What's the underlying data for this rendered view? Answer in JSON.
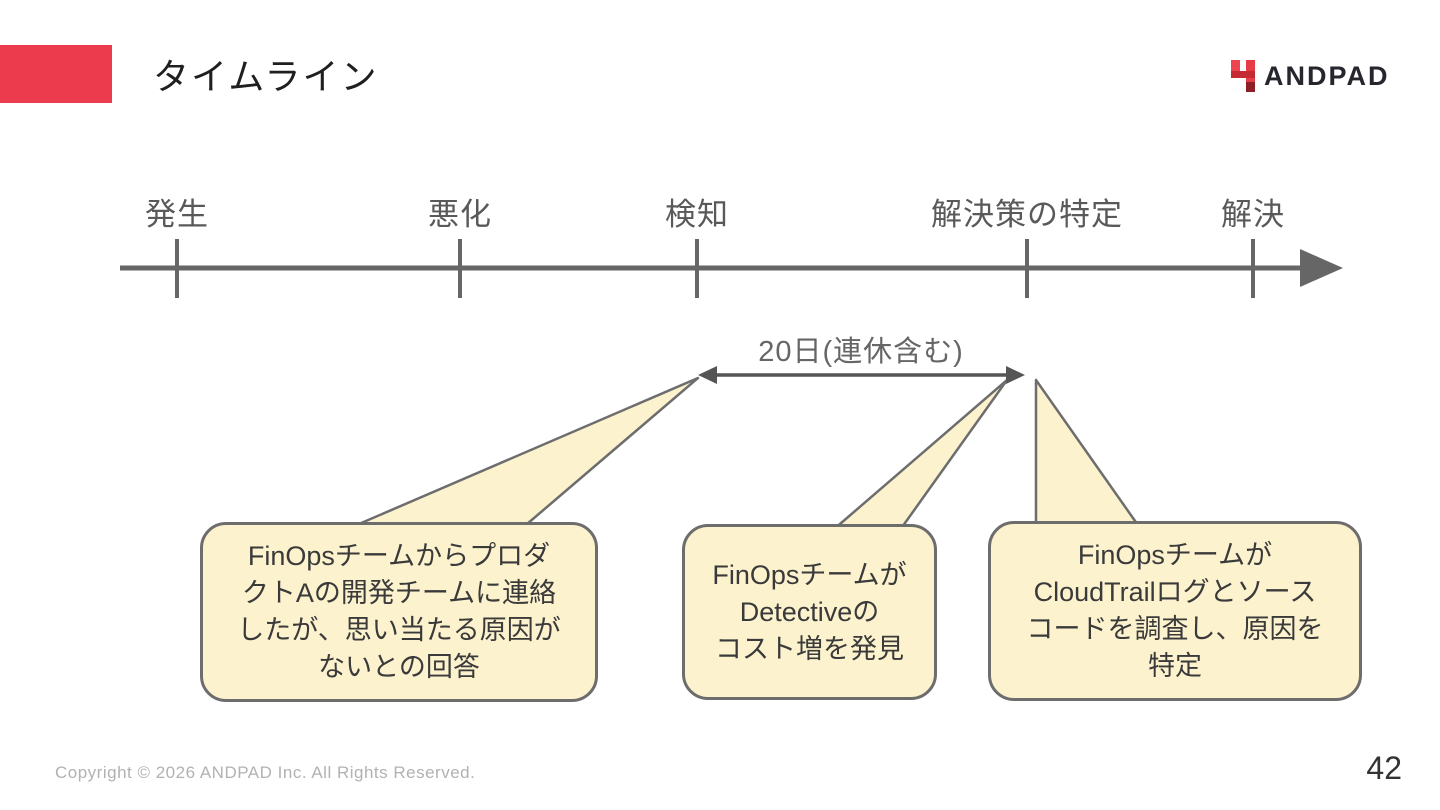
{
  "slide": {
    "title": "タイムライン",
    "logo_text": "ANDPAD",
    "footer": "Copyright © 2026 ANDPAD Inc. All Rights Reserved.",
    "page_number": "42"
  },
  "timeline": {
    "milestones": [
      {
        "label": "発生"
      },
      {
        "label": "悪化"
      },
      {
        "label": "検知"
      },
      {
        "label": "解決策の特定"
      },
      {
        "label": "解決"
      }
    ],
    "duration_label": "20日(連休含む)"
  },
  "callouts": [
    {
      "lines": [
        "FinOpsチームからプロダ",
        "クトAの開発チームに連絡",
        "したが、思い当たる原因が",
        "ないとの回答"
      ]
    },
    {
      "lines": [
        "FinOpsチームが",
        "Detectiveの",
        "コスト増を発見"
      ]
    },
    {
      "lines": [
        "FinOpsチームが",
        "CloudTrailログとソース",
        "コードを調査し、原因を",
        "特定"
      ]
    }
  ],
  "colors": {
    "accent_red": "#EC3B4D",
    "logo_red_bright": "#EE4450",
    "logo_red_dark": "#B8232E",
    "logo_text_dark": "#26262E",
    "timeline_gray": "#666666",
    "milestone_label_gray": "#595959",
    "callout_fill": "#FCF2CE",
    "callout_border": "#6D6D6D"
  }
}
